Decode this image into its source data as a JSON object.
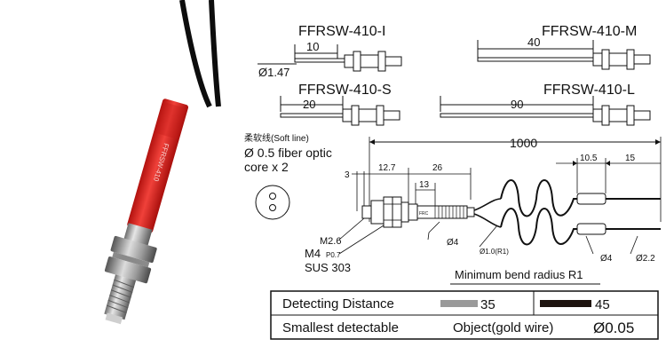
{
  "models": {
    "i": {
      "name": "FFRSW-410-I",
      "length": "10",
      "diameter": "Ø1.47"
    },
    "m": {
      "name": "FFRSW-410-M",
      "length": "40"
    },
    "s": {
      "name": "FFRSW-410-S",
      "length": "20"
    },
    "l": {
      "name": "FFRSW-410-L",
      "length": "90"
    }
  },
  "notes": {
    "soft_line": "柔软线(Soft line)",
    "fiber_line1": "Ø 0.5 fiber optic",
    "fiber_line2": "core x 2",
    "thread_m26": "M2.6",
    "thread_m4": "M4",
    "pitch": "P0.7",
    "material": "SUS 303",
    "bend_radius": "Minimum bend radius R1"
  },
  "dimensions": {
    "total": "1000",
    "d3": "3",
    "d12_7": "12.7",
    "d26": "26",
    "d13": "13",
    "d10_5": "10.5",
    "d15": "15",
    "phi4_body": "Ø4",
    "phi1_r1": "Ø1.0(R1)",
    "phi4_end": "Ø4",
    "phi2_2": "Ø2.2"
  },
  "sensor_marking": "FFRSW-410",
  "table": {
    "row1_label": "Detecting  Distance",
    "row1_value_a": "35",
    "row1_value_b": "45",
    "row2_label": "Smallest  detectable",
    "row2_object": "Object(gold  wire)",
    "row2_value": "Ø0.05"
  },
  "colors": {
    "sleeve_red": "#e0241f",
    "steel": "#a9a9a9",
    "bar_gray": "#9a9a9a",
    "bar_black": "#1e1410"
  }
}
